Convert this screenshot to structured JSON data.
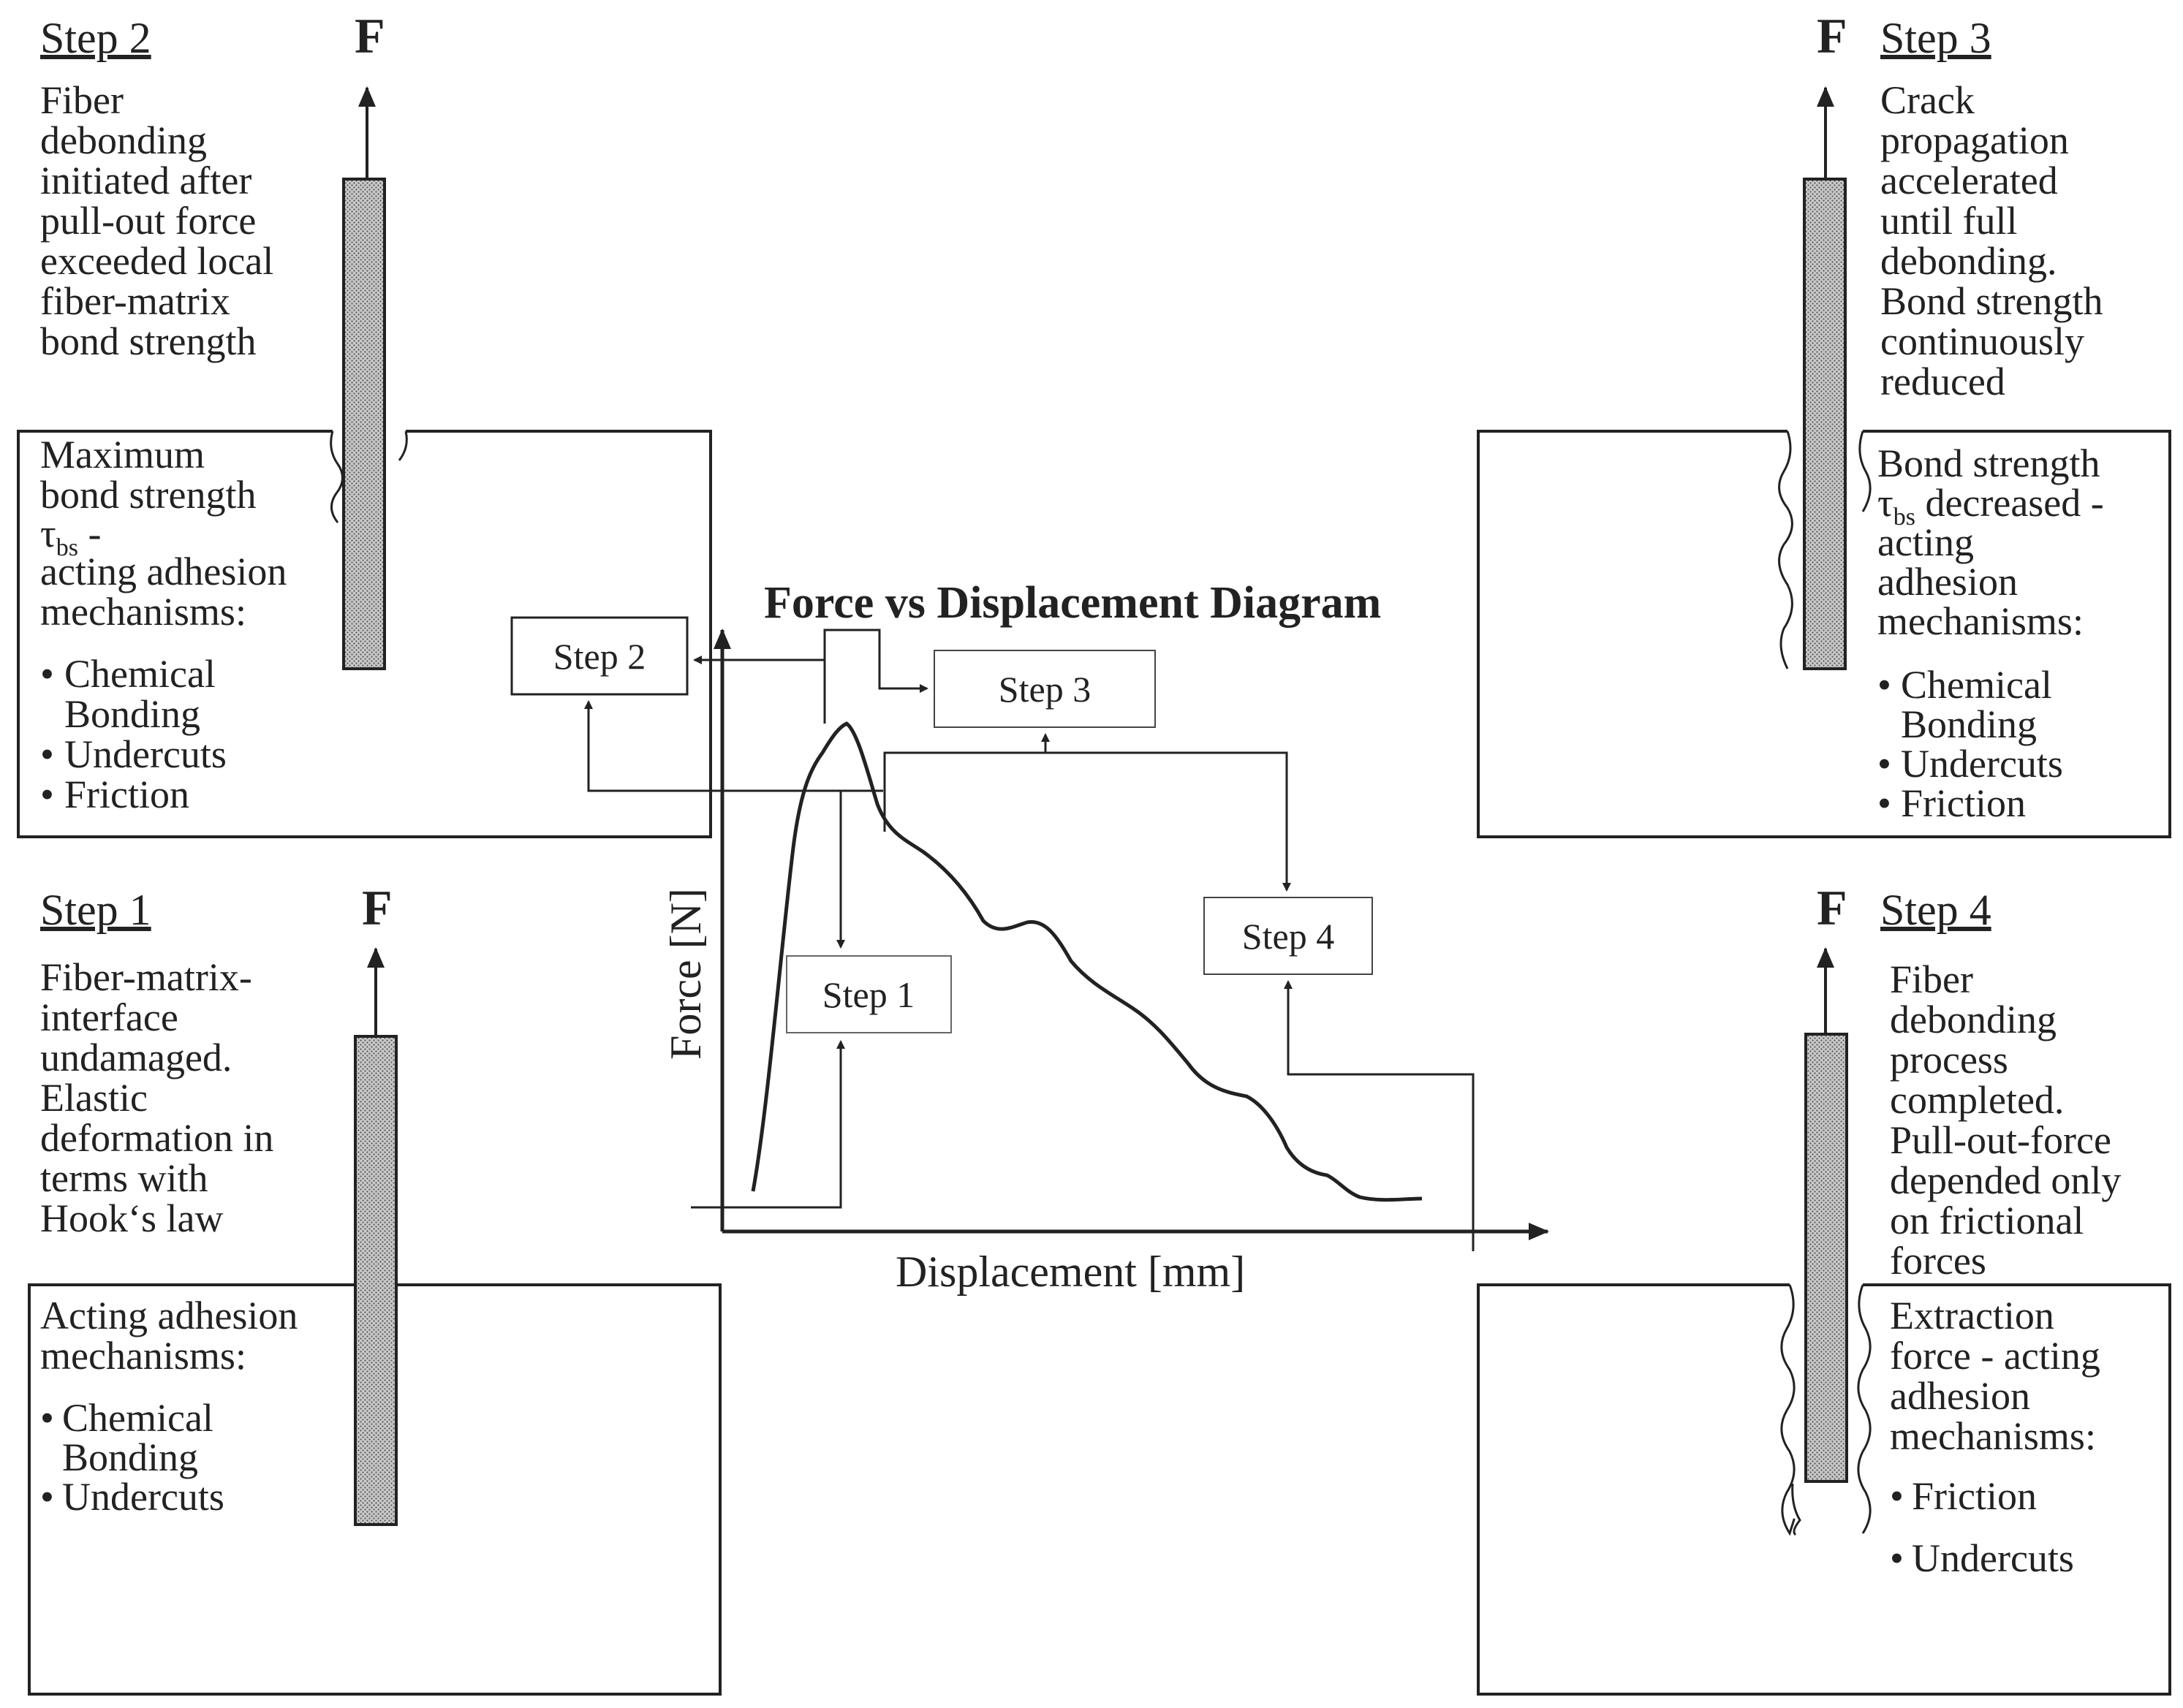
{
  "diagram": {
    "title": "Force vs Displacement Diagram",
    "x_axis_label": "Displacement [mm]",
    "y_axis_label": "Force [N]",
    "force_symbol": "F",
    "flow_boxes": [
      "Step 1",
      "Step 2",
      "Step 3",
      "Step 4"
    ]
  },
  "steps": [
    {
      "heading": "Step 1",
      "description": [
        "Fiber-matrix-",
        "interface",
        "undamaged.",
        "Elastic",
        "deformation in",
        "terms with",
        "Hook‘s law"
      ],
      "mechanisms_intro": [
        "Acting adhesion",
        "mechanisms:"
      ],
      "mechanisms": [
        [
          "Chemical",
          "Bonding"
        ],
        [
          "Undercuts"
        ]
      ]
    },
    {
      "heading": "Step 2",
      "description": [
        "Fiber",
        "debonding",
        "initiated after",
        "pull-out force",
        "exceeded local",
        "fiber-matrix",
        "bond strength"
      ],
      "mechanisms_intro": [
        "Maximum",
        "bond strength",
        "τ",
        "bs",
        " -",
        "acting adhesion",
        "mechanisms:"
      ],
      "mechanisms": [
        [
          "Chemical",
          "Bonding"
        ],
        [
          "Undercuts"
        ],
        [
          "Friction"
        ]
      ]
    },
    {
      "heading": "Step 3",
      "description": [
        "Crack",
        "propagation",
        "accelerated",
        "until full",
        "debonding.",
        "Bond strength",
        "continuously",
        "reduced"
      ],
      "mechanisms_intro": [
        "Bond strength",
        "τ",
        "bs",
        " decreased -",
        "acting",
        "adhesion",
        "mechanisms:"
      ],
      "mechanisms": [
        [
          "Chemical",
          "Bonding"
        ],
        [
          "Undercuts"
        ],
        [
          "Friction"
        ]
      ]
    },
    {
      "heading": "Step 4",
      "description": [
        "Fiber",
        "debonding",
        "process",
        "completed.",
        "Pull-out-force",
        "depended only",
        "on frictional",
        "forces"
      ],
      "mechanisms_intro": [
        "Extraction",
        "force - acting",
        "adhesion",
        "mechanisms:"
      ],
      "mechanisms": [
        [
          "Friction"
        ],
        [
          "Undercuts"
        ]
      ]
    }
  ],
  "bullet": "•",
  "colors": {
    "ink": "#222222",
    "fiber_fill": "#9a9a9a",
    "background": "#ffffff"
  }
}
